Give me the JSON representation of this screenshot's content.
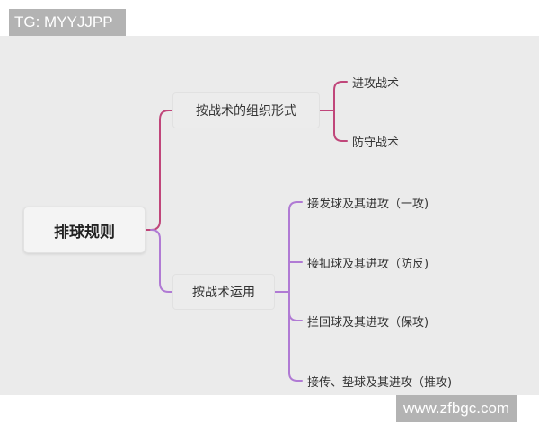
{
  "watermarks": {
    "top": "TG: MYYJJPP",
    "bottom": "www.zfbgc.com"
  },
  "mindmap": {
    "root": "排球规则",
    "branches": [
      {
        "label": "按战术的组织形式",
        "children": [
          "进攻战术",
          "防守战术"
        ]
      },
      {
        "label": "按战术运用",
        "children": [
          "接发球及其进攻（一攻)",
          "接扣球及其进攻（防反)",
          "拦回球及其进攻（保攻)",
          "接传、垫球及其进攻（推攻)"
        ]
      }
    ]
  },
  "colors": {
    "branch_1_line": "#c0467a",
    "branch_2_line": "#b07ad4",
    "panel_bg": "#ebebeb",
    "watermark_bg": "#b3b3b3"
  }
}
